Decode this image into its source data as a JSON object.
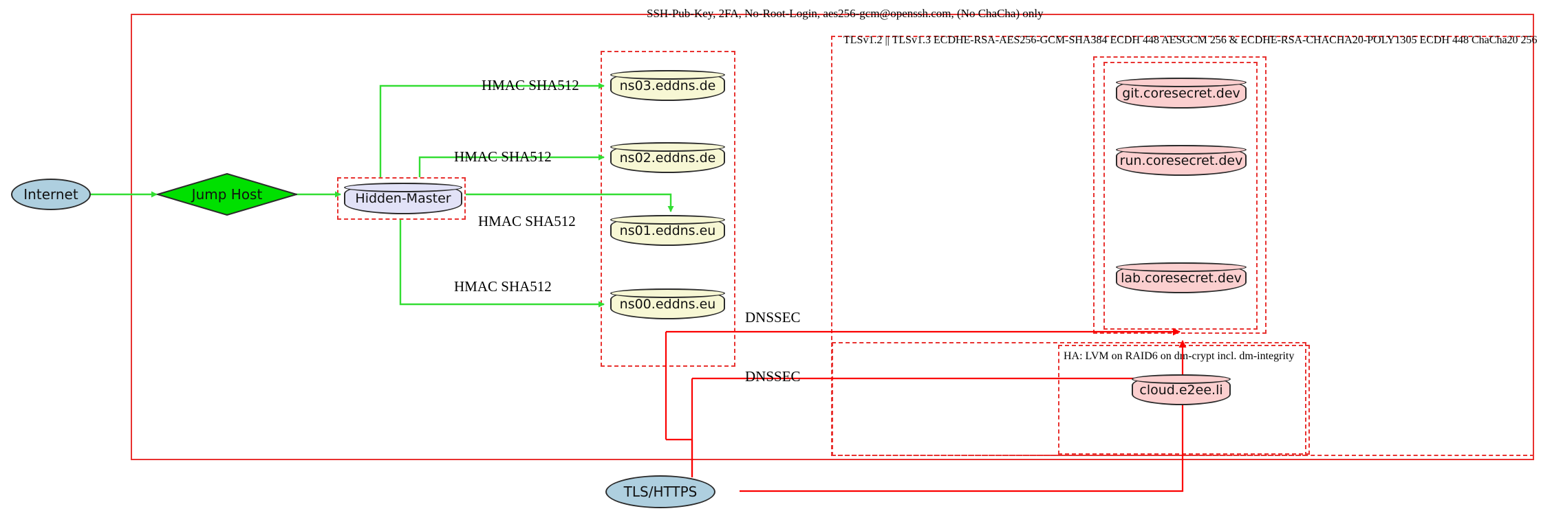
{
  "diagram": {
    "title_label": "SSH-Pub-Key, 2FA, No-Root-Login, aes256-gcm@openssh.com, (No ChaCha) only",
    "tls_label": "TLSv1.2 || TLSv1.3 ECDHE-RSA-AES256-GCM-SHA384 ECDH 448 AESGCM 256 & ECDHE-RSA-CHACHA20-POLY1305 ECDH 448 ChaCha20 256",
    "ha_label": "HA: LVM on RAID6 on dm-crypt incl. dm-integrity"
  },
  "nodes": {
    "internet": "Internet",
    "jump_host": "Jump Host",
    "hidden_master": "Hidden-Master",
    "ns03": "ns03.eddns.de",
    "ns02": "ns02.eddns.de",
    "ns01": "ns01.eddns.eu",
    "ns00": "ns00.eddns.eu",
    "git": "git.coresecret.dev",
    "run": "run.coresecret.dev",
    "lab": "lab.coresecret.dev",
    "cloud": "cloud.e2ee.li",
    "tls_https": "TLS/HTTPS"
  },
  "edges": {
    "hmac_ns03": "HMAC SHA512",
    "hmac_ns02": "HMAC SHA512",
    "hmac_ns01": "HMAC SHA512",
    "hmac_ns00": "HMAC SHA512",
    "dnssec_upper": "DNSSEC",
    "dnssec_lower": "DNSSEC"
  },
  "colors": {
    "cluster_border": "#e8312f",
    "edge_green": "#32dd32",
    "edge_red": "#fb0000",
    "node_yellow": "#f7f7d4",
    "node_pink": "#fbcfcf",
    "node_lavender": "#e2e2f7",
    "node_blue": "#aecfdf",
    "node_green": "#00e000"
  }
}
